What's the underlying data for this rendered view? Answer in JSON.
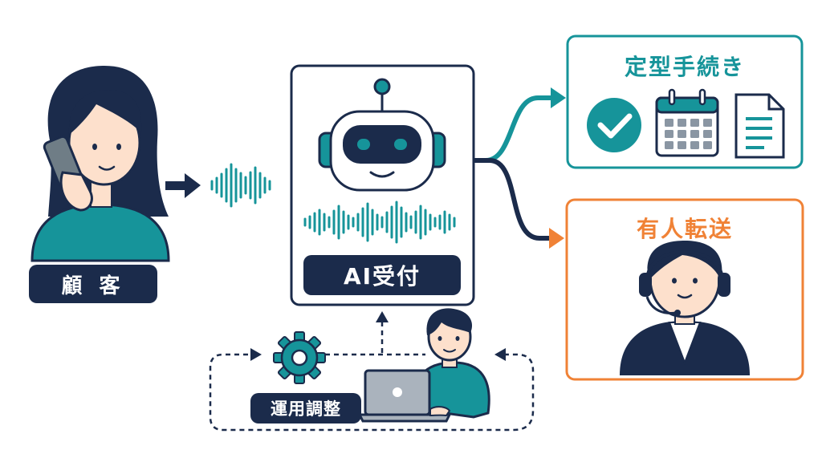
{
  "customer": {
    "label": "顧 客"
  },
  "ai_reception": {
    "label": "AI受付"
  },
  "routine": {
    "title": "定型手続き"
  },
  "human_transfer": {
    "title": "有人転送"
  },
  "operations": {
    "label": "運用調整"
  },
  "colors": {
    "navy": "#1b2b4b",
    "teal": "#16949a",
    "orange": "#f08236",
    "skin": "#fde0cc"
  },
  "icons": [
    "phone-icon",
    "sound-wave-icon",
    "robot-icon",
    "gear-icon",
    "laptop-icon",
    "checkmark-icon",
    "calendar-icon",
    "document-icon",
    "headset-icon"
  ]
}
